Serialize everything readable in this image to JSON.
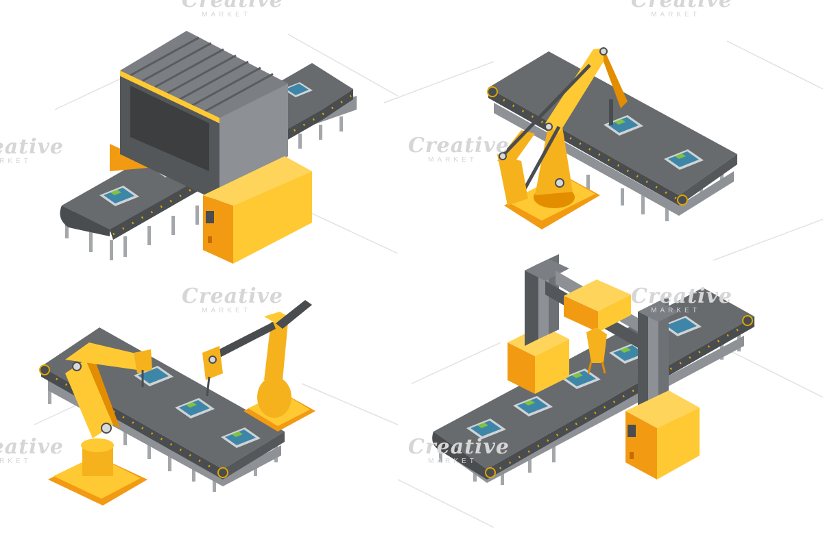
{
  "watermark": {
    "brand": "Creative",
    "sub": "MARKET"
  },
  "colors": {
    "belt_top": "#686b6e",
    "belt_side": "#4a4d50",
    "frame": "#8e9296",
    "frame_dark": "#6d7175",
    "leg": "#a4a7aa",
    "chain": "#e0a800",
    "yellow": "#f6b21c",
    "yellow_light": "#ffc933",
    "yellow_dark": "#e38d00",
    "orange": "#f29a12",
    "gantry_top": "#8d9094",
    "gantry_front": "#54575a",
    "chip": "#cfd3d6",
    "chip_screen": "#3e86a8",
    "chip_green": "#7fc241"
  },
  "scenes": [
    {
      "name": "conveyor-with-tunnel"
    },
    {
      "name": "conveyor-with-robot-arm"
    },
    {
      "name": "conveyor-with-two-arms"
    },
    {
      "name": "conveyor-with-gantry"
    }
  ]
}
